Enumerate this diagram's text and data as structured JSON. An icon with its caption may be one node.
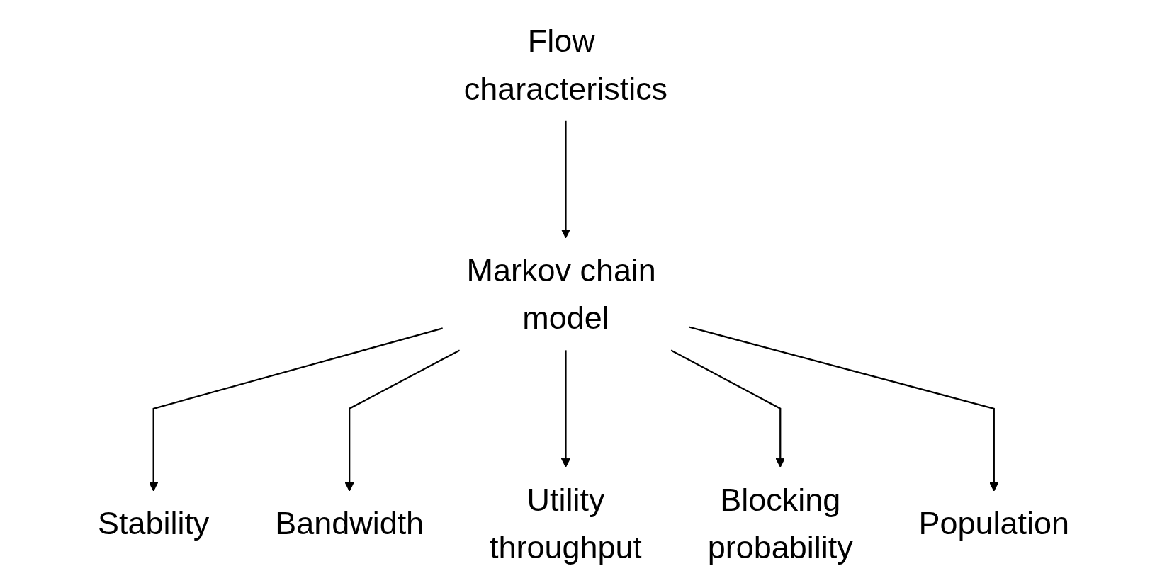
{
  "diagram": {
    "nodes": [
      {
        "text": [
          "Flow characteristics"
        ]
      },
      {
        "text": [
          "Markov chain model"
        ]
      },
      {
        "text": [
          "Stability"
        ]
      },
      {
        "text": [
          "Bandwidth"
        ]
      },
      {
        "text": [
          "Utility throughput"
        ]
      },
      {
        "text": [
          "Blocking probability"
        ]
      },
      {
        "text": [
          "Population"
        ]
      }
    ],
    "edges": [
      {
        "from": 0,
        "to": 1,
        "arrow": "to"
      },
      {
        "from": 1,
        "to": 2,
        "arrow": "to"
      },
      {
        "from": 1,
        "to": 3,
        "arrow": "to"
      },
      {
        "from": 1,
        "to": 4,
        "arrow": "to"
      },
      {
        "from": 1,
        "to": 5,
        "arrow": "to"
      },
      {
        "from": 1,
        "to": 6,
        "arrow": "to"
      }
    ]
  }
}
